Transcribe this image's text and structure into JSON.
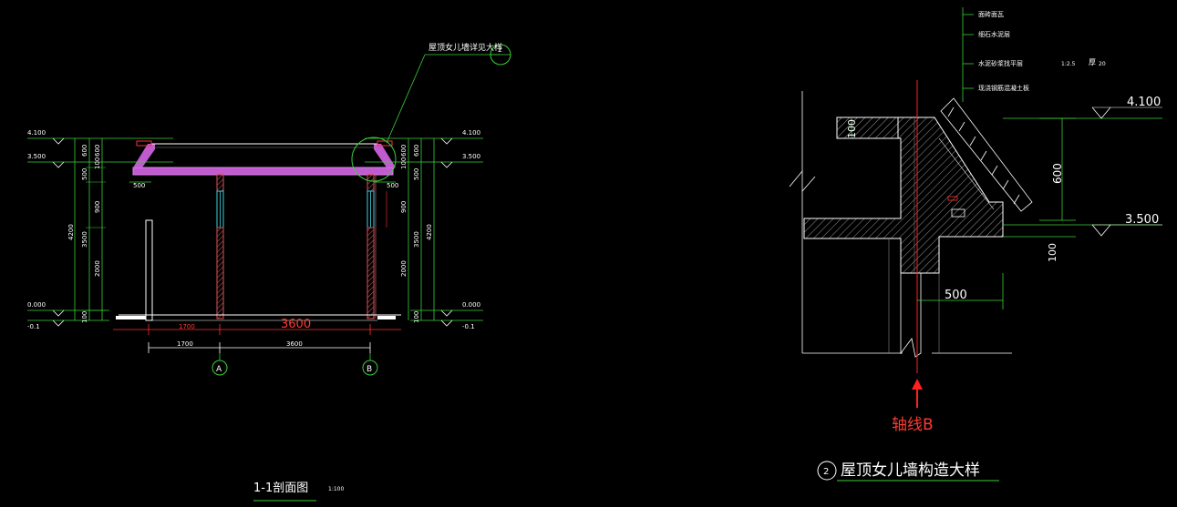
{
  "left_section": {
    "callout": "屋顶女儿墙详见大样",
    "callout_ref": "2",
    "title": "1-1剖面图",
    "scale": "1:100",
    "elevations_left": [
      "4.100",
      "3.500",
      "0.000",
      "-0.1"
    ],
    "elevations_right": [
      "4.100",
      "3.500",
      "0.000",
      "-0.1"
    ],
    "dims_left": [
      "600",
      "500",
      "100",
      "600",
      "900",
      "2000",
      "3500",
      "4200",
      "100"
    ],
    "dims_right": [
      "600",
      "500",
      "100",
      "600",
      "900",
      "2000",
      "3500",
      "4200",
      "100"
    ],
    "overhang_left": "500",
    "overhang_right": "500",
    "span_inner": "1700",
    "span_red": "3600",
    "span_bottom_left": "1700",
    "span_bottom_right": "3600",
    "axes": [
      "A",
      "B"
    ]
  },
  "right_detail": {
    "layers": [
      "面砖面瓦",
      "细石水泥层",
      "水泥砂浆找平层",
      "现浇钢筋混凝土板"
    ],
    "layer_ratio": "1:2.5",
    "layer_thick_label": "厚",
    "layer_thick_value": "20",
    "elev_top": "4.100",
    "elev_mid": "3.500",
    "dim_100_top": "100",
    "dim_600": "600",
    "dim_100_bottom": "100",
    "dim_500": "500",
    "axis_label": "轴线B",
    "title_ref": "2",
    "title": "屋顶女儿墙构造大样"
  }
}
